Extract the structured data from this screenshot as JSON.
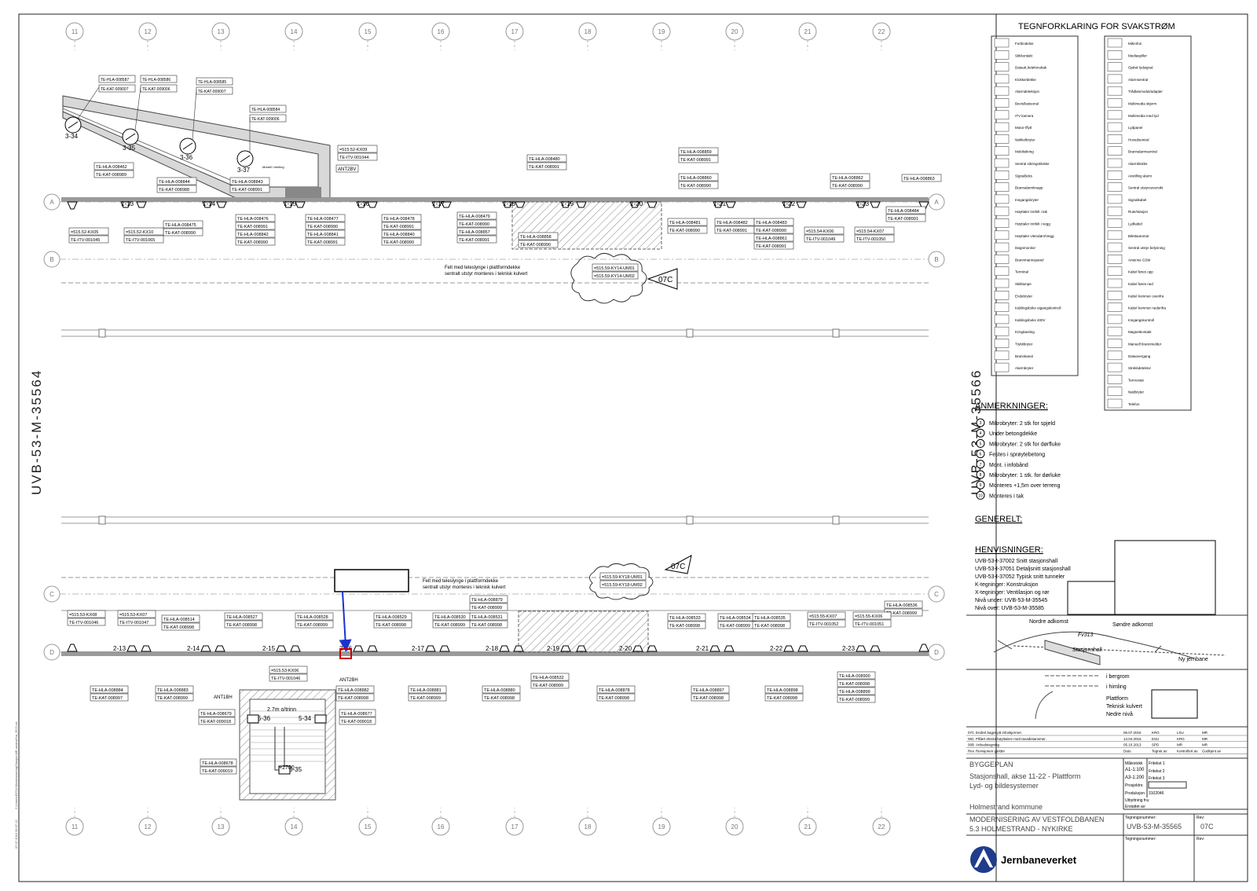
{
  "grid": {
    "columns": [
      "11",
      "12",
      "13",
      "14",
      "15",
      "16",
      "17",
      "18",
      "19",
      "20",
      "21",
      "22"
    ],
    "rows": [
      "A",
      "B",
      "C",
      "D"
    ]
  },
  "side_labels": {
    "left": "UVB-53-M-35564",
    "right": "UVB-53-M-35566"
  },
  "platform_upper": {
    "speaker_numbers": [
      "1-13",
      "1-14",
      "1-15",
      "1-16",
      "1-17",
      "1-18",
      "1-19",
      "1-20",
      "1-21",
      "1-22",
      "1-23"
    ],
    "speaker_numbers_tunnel": [
      "3-34",
      "3-35",
      "3-36",
      "3-37"
    ],
    "tags_top": [
      [
        "TE-HLA-008587",
        "TE-KAT-009007"
      ],
      [
        "TE-HLA-008586",
        "TE-KAT-009006"
      ],
      [
        "TE-HLA-008585",
        "TE-KAT-009007"
      ],
      [
        "TE-HLA-008584",
        "TE-KAT-009006"
      ]
    ],
    "tags_upper_row": [
      [
        "TE-HLA-008462",
        "TE-KAT-008989"
      ],
      [
        "TE-HLA-008844",
        "TE-KAT-008988"
      ],
      [
        "TE-HLA-008843",
        "TE-KAT-008991"
      ],
      [
        "TE-HLA-008480",
        "TE-KAT-008991"
      ],
      [
        "TE-HLA-008859",
        "TE-KAT-008991"
      ],
      [
        "TE-HLA-008860",
        "TE-KAT-008990"
      ],
      [
        "TE-HLA-008862",
        "TE-KAT-008990"
      ]
    ],
    "tag_far_right": "TE-HLA-008863",
    "tags_lower_row": [
      [
        "TE-HLA-008475",
        "TE-KAT-008990"
      ],
      [
        "TE-HLA-008476",
        "TE-KAT-008991",
        "TE-HLA-008842",
        "TE-KAT-008990"
      ],
      [
        "TE-HLA-008477",
        "TE-KAT-008990",
        "TE-HLA-008841",
        "TE-KAT-008991"
      ],
      [
        "TE-HLA-008478",
        "TE-KAT-008991",
        "TE-HLA-008840",
        "TE-KAT-008990"
      ],
      [
        "TE-HLA-008479",
        "TE-KAT-008990",
        "TE-HLA-008857",
        "TE-KAT-008991"
      ],
      [
        "TE-HLA-008858",
        "TE-KAT-008990"
      ],
      [
        "TE-HLA-008481",
        "TE-KAT-008990"
      ],
      [
        "TE-HLA-008482",
        "TE-KAT-008991"
      ],
      [
        "TE-HLA-008483",
        "TE-KAT-008990",
        "TE-HLA-008861",
        "TE-KAT-008991"
      ],
      [
        "TE-HLA-008484",
        "TE-KAT-008991"
      ]
    ],
    "kx_tags": [
      [
        "=515.52-KX09",
        "TE-ITV-001044"
      ],
      [
        "=515.52-KX05",
        "TE-ITV-001045"
      ],
      [
        "=515.52-KX10",
        "TE-ITV-001065"
      ],
      [
        "=515.54-KX06",
        "TE-ITV-001049"
      ],
      [
        "=515.54-KX07",
        "TE-ITV-001050"
      ]
    ],
    "antenna": "ANT2BV",
    "note": "Felt med teleslynge i plattformdekke sentralt utstyr monteres i teknisk kulvert",
    "ky_tags": [
      "=515.59-KY14-UM01",
      "=515.59-KY14-UM02"
    ],
    "revision_flag": "07C",
    "small_label": "Modell i himling"
  },
  "platform_lower": {
    "speaker_numbers": [
      "2-13",
      "2-14",
      "2-15",
      "2-16",
      "2-17",
      "2-18",
      "2-19",
      "2-20",
      "2-21",
      "2-22",
      "2-23"
    ],
    "stair_speakers": [
      "5-36",
      "5-34",
      "5-35"
    ],
    "tags_upper_row": [
      [
        "TE-HLA-008514",
        "TE-KAT-008998"
      ],
      [
        "TE-HLA-008527",
        "TE-KAT-008998"
      ],
      [
        "TE-HLA-008528",
        "TE-KAT-008999"
      ],
      [
        "TE-HLA-008529",
        "TE-KAT-008998"
      ],
      [
        "TE-HLA-008530",
        "TE-KAT-008999"
      ],
      [
        "TE-HLA-008531",
        "TE-KAT-008998"
      ],
      [
        "TE-HLA-008879",
        "TE-KAT-008999"
      ],
      [
        "TE-HLA-008533",
        "TE-KAT-008998"
      ],
      [
        "TE-HLA-008534",
        "TE-KAT-008999"
      ],
      [
        "TE-HLA-008535",
        "TE-KAT-008998"
      ],
      [
        "TE-HLA-008536",
        "TE-KAT-008999"
      ]
    ],
    "tags_lower_row": [
      [
        "TE-HLA-008884",
        "TE-KAT-008997"
      ],
      [
        "TE-HLA-008883",
        "TE-KAT-008999"
      ],
      [
        "TE-HLA-008882",
        "TE-KAT-008998"
      ],
      [
        "TE-HLA-008881",
        "TE-KAT-008999"
      ],
      [
        "TE-HLA-008880",
        "TE-KAT-008998"
      ],
      [
        "TE-HLA-008532",
        "TE-KAT-008999"
      ],
      [
        "TE-HLA-008878",
        "TE-KAT-008998"
      ],
      [
        "TE-HLA-008897",
        "TE-KAT-008998"
      ],
      [
        "TE-HLA-008898",
        "TE-KAT-008998"
      ],
      [
        "TE-HLA-008900",
        "TE-KAT-008998",
        "TE-HLA-008899",
        "TE-KAT-008999"
      ]
    ],
    "kx_tags": [
      [
        "=515.53-KX08",
        "TE-ITV-001046"
      ],
      [
        "=515.53-KX07",
        "TE-ITV-001047"
      ],
      [
        "=515.53-KX06",
        "TE-ITV-001046"
      ],
      [
        "=515.55-KX07",
        "TE-ITV-001052"
      ],
      [
        "=515.55-KX06",
        "TE-ITV-001051"
      ]
    ],
    "stair_tags": [
      [
        "TE-HLA-008679",
        "TE-KAT-009018"
      ],
      [
        "TE-HLA-008677",
        "TE-KAT-009018"
      ],
      [
        "TE-HLA-008678",
        "TE-KAT-009019"
      ]
    ],
    "antennas": [
      "ANT1BH",
      "ANT2BH"
    ],
    "stair_text": "2.7m o/trinn",
    "stair_level": "+2700",
    "note": "Felt med teleslynge i plattformdekke sentralt utstyr monteres i teknisk kulvert",
    "ky_tags": [
      "=515.59-KY18-UM01",
      "=515.59-KY18-UM02"
    ],
    "revision_flag": "07C"
  },
  "legend": {
    "title": "TEGNFORKLARING FOR SVAKSTRØM",
    "left_items": [
      "Forbindelse",
      "Stikkontakt",
      "Datautt./telefonuttak",
      "Klokke/dekke",
      "Alarmdeteksjon",
      "Bevis/lastsonal",
      "ITV kamera",
      "Motor-/flytt",
      "Nøkkelbryter",
      "Mobilsikring",
      "Sentral sikringsklokke",
      "Signalboks",
      "Brannalarmknapp",
      "Inngangsbryter",
      "Høyttaler innfelt i tak",
      "Høyttaler innfelt i vegg",
      "Høyttaler Utendørs/Vegg",
      "Døgnmonitor",
      "Brannmannspanel",
      "Terminal",
      "Skiltlampe",
      "Endebryter",
      "Kablingsboks utgangskontroll",
      "Kablingsboks 400V",
      "Kringkasting",
      "Trykkbryter",
      "Brannkanal",
      "Alarmbryter"
    ],
    "right_items": [
      "Mikrofon",
      "Mediaspiller",
      "Optisk lydsignal",
      "Alarmsentral",
      "Trådløsmodul/adapter",
      "Multimedia skjerm",
      "Multimedia med lyd",
      "Lydpanel",
      "Hovedsentral",
      "Brannalarmsentral",
      "Alarmklokke",
      "Avstilling alarm",
      "Sentral utstyrsoversikt",
      "Signalkabel",
      "Rute/stasjon",
      "Lydkabel",
      "Bilettautomat",
      "Sentral utstyr belysning",
      "Antenne GSM",
      "Kabel føres opp",
      "Kabel føres ned",
      "Kabel kommer ovenfra",
      "Kabel kommer nedenfra",
      "Inngangskontroll",
      "Magnetkontakt",
      "Manuell brannmelder",
      "Dataovergang",
      "Strekkdetektor",
      "Termostat",
      "Nødbryter",
      "Telefon"
    ]
  },
  "anmerkninger": {
    "title": "ANMERKNINGER:",
    "items": [
      {
        "num": "3",
        "text": "Mikrobryter: 2 stk for spjeld"
      },
      {
        "num": "4",
        "text": "Under betongdekke"
      },
      {
        "num": "5",
        "text": "Mikrobryter: 2 stk for dørfluke"
      },
      {
        "num": "6",
        "text": "Festes i sprøytebetong"
      },
      {
        "num": "7",
        "text": "Mont. i infobånd"
      },
      {
        "num": "8",
        "text": "Mikrobryter: 1 stk. for dørluke"
      },
      {
        "num": "9",
        "text": "Monteres +1,5m over terreng"
      },
      {
        "num": "10",
        "text": "Monteres i tak"
      }
    ]
  },
  "generelt": {
    "title": "GENERELT:"
  },
  "henvisninger": {
    "title": "HENVISNINGER:",
    "lines": [
      "UVB-53-I-37002 Snitt stasjonshall",
      "UVB-53-I-37051 Detaljsnitt stasjonshall",
      "UVB-53-I-37052 Typisk snitt tunneler",
      "K-tegninger: Konstruksjon",
      "X-tegninger: Ventilasjon og rør",
      "Nivå under: UVB-53-M-35545",
      "Nivå over: UVB-53-M-35585"
    ]
  },
  "keymap": {
    "nordre": "Nordre adkomst",
    "sondre": "Søndre adkomst",
    "road": "Fv313",
    "station": "Stasjonshall",
    "rail": "Ny jernbane",
    "legend": [
      "i bergrom",
      "i himling",
      "Plattform",
      "Teknisk kulvert",
      "Nedre nivå"
    ]
  },
  "revisions": [
    {
      "rev": "07C",
      "text": "Endret bager på infoskjermer.",
      "date": "06.07.2016",
      "a": "KRG",
      "b": "LSU",
      "c": "MR"
    },
    {
      "rev": "06C",
      "text": "Påført ekstra høyttalere med tavadistansmer.",
      "date": "14.04.2016",
      "a": "ESU",
      "b": "KRG",
      "c": "MR"
    },
    {
      "rev": "00B",
      "text": "Anbudstegning",
      "date": "05.10.2013",
      "a": "SPD",
      "b": "MR",
      "c": "MR"
    }
  ],
  "revision_header": {
    "rev": "Rev.",
    "text": "Revisjonen gjelder",
    "date": "Dato",
    "a": "Tegnet av",
    "b": "Kontrollert av",
    "c": "Godkjent av"
  },
  "title_block": {
    "type": "BYGGEPLAN",
    "desc1": "Stasjonshall, akse 11-22 - Plattform",
    "desc2": "Lyd- og bildesystemer",
    "scale_label": "Målestokk",
    "scale1": "A1-1:100",
    "scale2": "A3-1:200",
    "fields": [
      "Fritekst 1",
      "Fritekst 2",
      "Fritekst 3"
    ],
    "project_no_label": "Prosjektnr.",
    "status_label": "Produksjon",
    "status_val": "3102046",
    "arkiv_label": "Utbyttning fra:",
    "arkiv2_label": "Erstattet av:",
    "municipality": "Holmestrand kommune",
    "project1": "MODERNISERING AV VESTFOLDBANEN",
    "project2": "5.3 HOLMESTRAND - NYKIRKE",
    "drawing_no_label": "Tegningsnummer:",
    "drawing_no": "UVB-53-M-35565",
    "rev_label": "Rev:",
    "rev": "07C",
    "drawing_no_label2": "Tegningsnummer:",
    "rev_label2": "Rev:",
    "company": "Jernbaneverket"
  },
  "margin_text": {
    "date": "07.07.2016 09:37:12",
    "path": "C:\\Users\\EESU\\Modernisering\\Stasjon\\ME-sentral\\Nø_ECS.rvt"
  },
  "colors": {
    "line": "#333333",
    "hatch": "#777777",
    "highlight": "#cc0000",
    "arrow": "#1a33cc"
  }
}
